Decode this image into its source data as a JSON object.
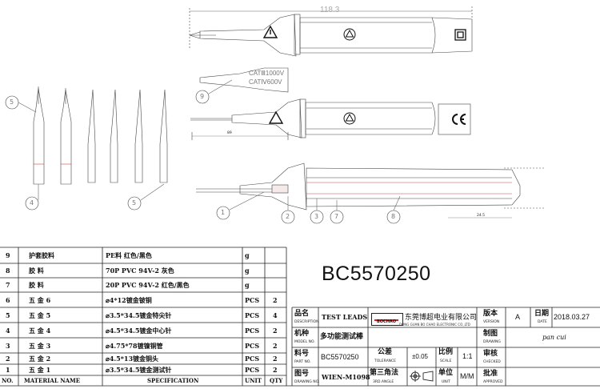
{
  "dimensions": {
    "overall_length": "118.3",
    "small_dim": "89",
    "dim_24": "24.5"
  },
  "sleeve_text": {
    "cat3": "CATⅢ1000V",
    "cat4": "CATⅣ600V"
  },
  "balloons": [
    "5",
    "4",
    "5",
    "9",
    "1",
    "2",
    "3",
    "7",
    "8"
  ],
  "bom": {
    "header": {
      "no": "NO.",
      "name": "MATERIAL NAME",
      "spec": "SPECIFICATION",
      "unit": "UNIT",
      "qty": "QTY"
    },
    "rows": [
      {
        "no": "9",
        "name": "护套胶料",
        "spec": "PE料 红色/黑色",
        "unit": "g",
        "qty": ""
      },
      {
        "no": "8",
        "name": "胶  料",
        "spec": "70P PVC 94V-2 灰色",
        "unit": "g",
        "qty": ""
      },
      {
        "no": "7",
        "name": "胶  料",
        "spec": "20P PVC 94V-2 红色/黑色",
        "unit": "g",
        "qty": ""
      },
      {
        "no": "6",
        "name": "五  金 6",
        "spec": "⌀4*12镀金铍铜",
        "unit": "PCS",
        "qty": "2"
      },
      {
        "no": "5",
        "name": "五  金 5",
        "spec": "⌀3.5*34.5镀金特尖针",
        "unit": "PCS",
        "qty": "4"
      },
      {
        "no": "4",
        "name": "五  金 4",
        "spec": "⌀4.5*34.5镀金中心针",
        "unit": "PCS",
        "qty": "2"
      },
      {
        "no": "3",
        "name": "五  金 3",
        "spec": "⌀4.75*78镀镍铜管",
        "unit": "PCS",
        "qty": "2"
      },
      {
        "no": "2",
        "name": "五  金 2",
        "spec": "⌀4.5*13镀金铜头",
        "unit": "PCS",
        "qty": "2"
      },
      {
        "no": "1",
        "name": "五  金 1",
        "spec": "⌀3.5*34.5镀金测试针",
        "unit": "PCS",
        "qty": "2"
      }
    ]
  },
  "part_number": "BC5570250",
  "title_block": {
    "name_label": "品名",
    "name_label_en": "DESCRIPTION",
    "name_value": "TEST LEADS",
    "model_label": "机种",
    "model_label_en": "MODEL NO.",
    "model_value": "多功能测试棒",
    "partno_label": "料号",
    "partno_label_en": "PART NO.",
    "partno_value": "BC5570250",
    "drawno_label": "图号",
    "drawno_label_en": "DRAWING NO.",
    "drawno_value": "WIEN-M1098",
    "company_cn": "东莞博超电业有限公司",
    "company_en": "DONG GUAN BO CHAO ELECTRONIC CO.,LTD",
    "logo_text": "BOCHAO",
    "tolerance_label": "公差",
    "tolerance_label_en": "TOLERANCE",
    "tolerance_value": "±0.05",
    "angle_label": "第三角法",
    "angle_label_en": "3RD.ANGLE",
    "scale_label": "比例",
    "scale_label_en": "SCALE",
    "scale_value": "1:1",
    "unit_label": "单位",
    "unit_label_en": "UNIT",
    "unit_value": "M/M",
    "version_label": "版本",
    "version_label_en": "VERSION",
    "version_value": "A",
    "date_label": "日期",
    "date_label_en": "DATE",
    "date_value": "2018.03.27",
    "drawing_label": "制图",
    "drawing_label_en": "DRAWING",
    "drawing_value": "pan cui",
    "checked_label": "审核",
    "checked_label_en": "CHECKED",
    "approved_label": "批准",
    "approved_label_en": "APPROVED"
  }
}
